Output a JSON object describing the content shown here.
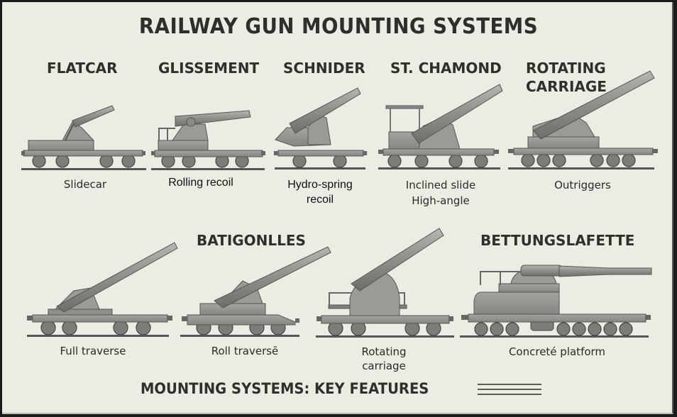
{
  "title": "RAILWAY GUN MOUNTING SYSTEMS",
  "top_row": [
    {
      "name": "FLATCAR",
      "caption_lines": [
        "Slidecar"
      ],
      "illustration": "flatcar-gun"
    },
    {
      "name": "GLISSEMENT",
      "caption_lines": [
        "Rolling recoil"
      ],
      "illustration": "glissement-gun"
    },
    {
      "name": "SCHNIDER",
      "caption_lines": [
        "Hydro-spring",
        "recoil"
      ],
      "illustration": "schnider-gun"
    },
    {
      "name": "ST. CHAMOND",
      "caption_lines": [
        "Inclined slide",
        "High-angle"
      ],
      "illustration": "st-chamond-gun"
    },
    {
      "name_lines": [
        "ROTATING",
        "CARRIAGE"
      ],
      "caption_lines": [
        "Outriggers"
      ],
      "illustration": "rotating-carriage-gun"
    }
  ],
  "bottom_row": [
    {
      "name": "",
      "caption_lines": [
        "Full traverse"
      ],
      "illustration": "full-traverse-gun"
    },
    {
      "name": "BATIGONLLES",
      "caption_lines": [
        "Roll traversē"
      ],
      "illustration": "batignolles-gun"
    },
    {
      "name": "",
      "caption_lines": [
        "Rotating",
        "carriage"
      ],
      "illustration": "rotating-carriage-gun-2"
    },
    {
      "name": "BETTUNGSLAFETTE",
      "caption_lines": [
        "Concreté platform"
      ],
      "illustration": "bettungslafette-gun"
    }
  ],
  "footer": "MOUNTING SYSTEMS: KEY FEATURES",
  "colors": {
    "background": "#ecebe4",
    "text": "#2e2e2b",
    "metal": "#8f908b",
    "metal_dark": "#5d5e5a"
  }
}
